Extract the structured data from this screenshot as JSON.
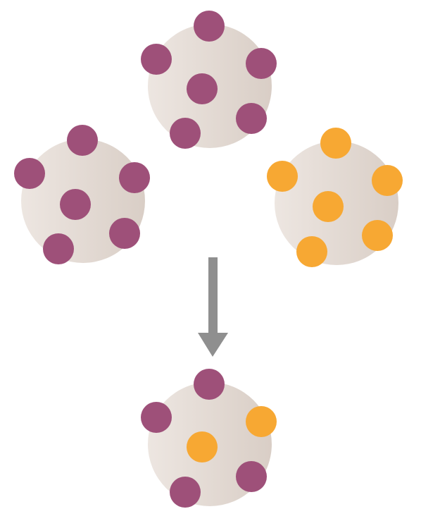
{
  "colors": {
    "background": "#ffffff",
    "ball_light": "#ede6e1",
    "ball_dark": "#d9cec6",
    "purple": "#9e5079",
    "orange": "#f7a833",
    "arrow": "#8f8f8f"
  },
  "clusters": [
    {
      "name": "cluster-top",
      "dots": [
        "purple",
        "purple",
        "purple",
        "purple",
        "purple",
        "purple"
      ]
    },
    {
      "name": "cluster-left",
      "dots": [
        "purple",
        "purple",
        "purple",
        "purple",
        "purple",
        "purple"
      ]
    },
    {
      "name": "cluster-right",
      "dots": [
        "orange",
        "orange",
        "orange",
        "orange",
        "orange",
        "orange"
      ]
    },
    {
      "name": "cluster-result",
      "dots": [
        "purple",
        "purple",
        "orange",
        "orange",
        "purple",
        "purple"
      ]
    }
  ]
}
